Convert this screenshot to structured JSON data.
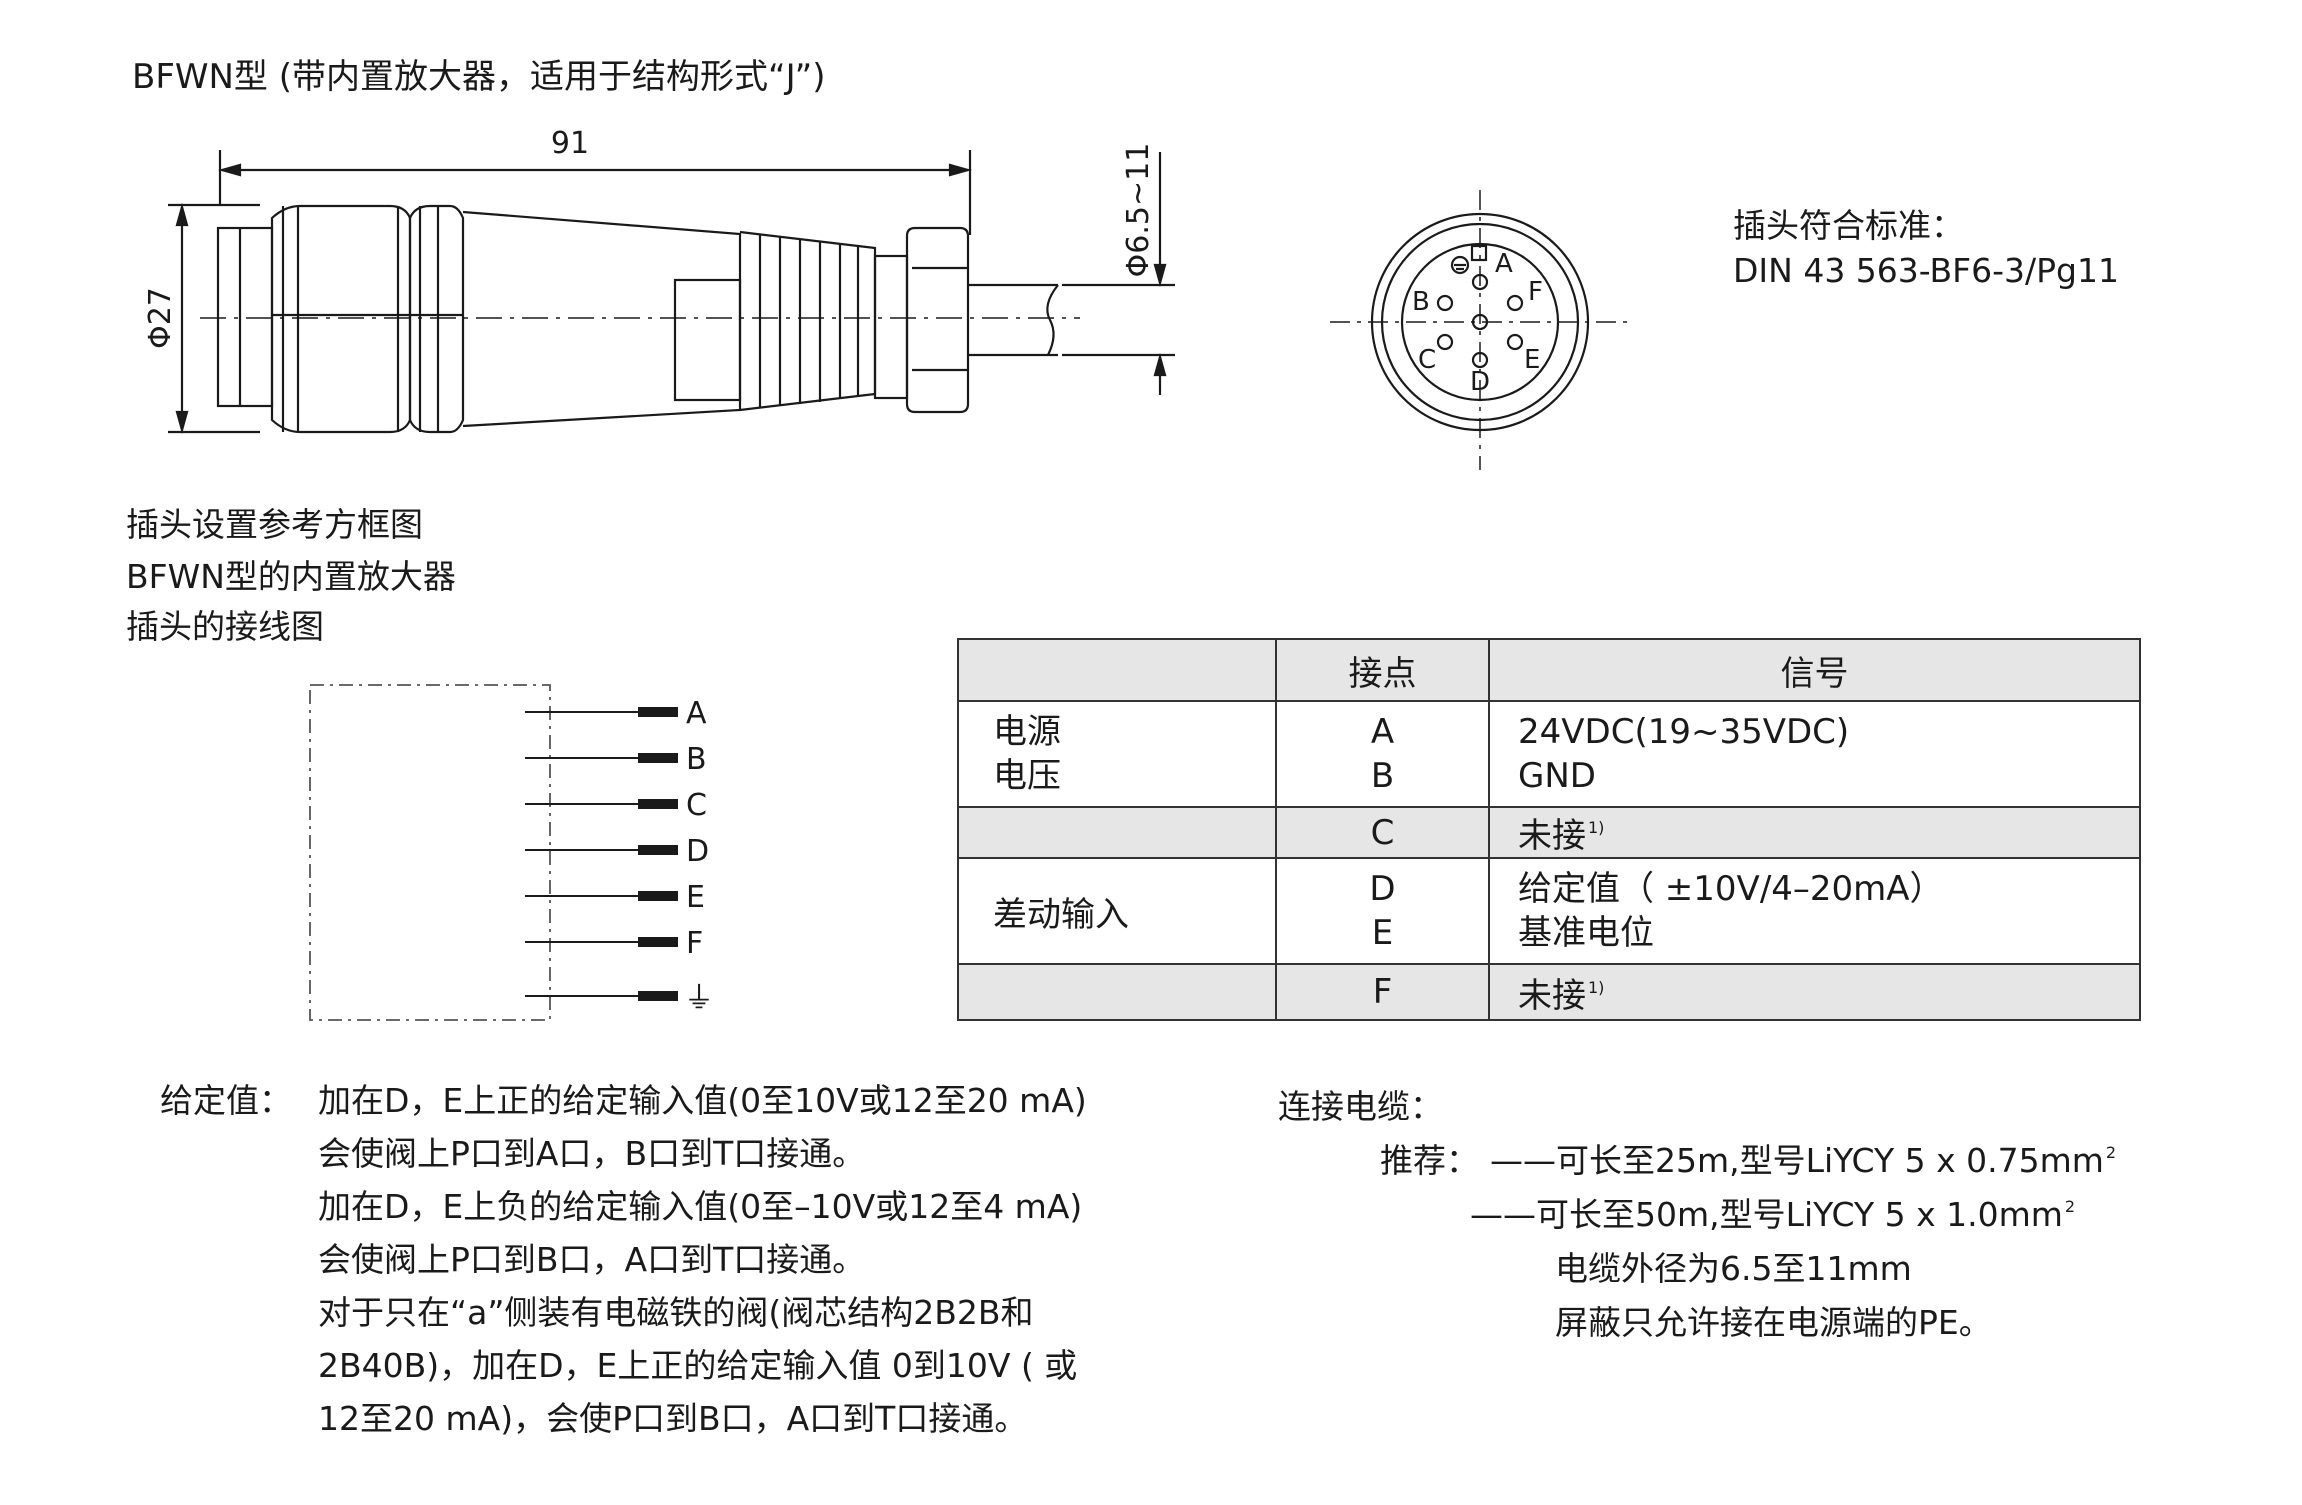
{
  "header": {
    "title": "BFWN型 (带内置放大器，适用于结构形式“J”)"
  },
  "drawing": {
    "length_dim": "91",
    "diameter_dim": "Φ27",
    "cable_dim": "Φ6.5~11"
  },
  "standard": {
    "label": "插头符合标准：",
    "value": "DIN 43 563-BF6-3/Pg11"
  },
  "pin_view": {
    "pins": [
      "A",
      "B",
      "C",
      "D",
      "E",
      "F"
    ]
  },
  "wiring": {
    "title_lines": [
      "插头设置参考方框图",
      "BFWN型的内置放大器",
      "插头的接线图"
    ],
    "terminals": [
      "A",
      "B",
      "C",
      "D",
      "E",
      "F",
      "⏚"
    ]
  },
  "table": {
    "headers": [
      "",
      "接点",
      "信号"
    ],
    "rows": [
      {
        "group": [
          "电源",
          "电压"
        ],
        "contacts": [
          "A",
          "B"
        ],
        "signals": [
          "24VDC(19~35VDC)",
          "GND"
        ],
        "shaded": false
      },
      {
        "group": [],
        "contacts": [
          "C"
        ],
        "signals": [
          "未接"
        ],
        "note": "1)",
        "shaded": true
      },
      {
        "group": [
          "差动输入"
        ],
        "contacts": [
          "D",
          "E"
        ],
        "signals": [
          "给定值（ ±10V/4–20mA）",
          "基准电位"
        ],
        "shaded": false
      },
      {
        "group": [],
        "contacts": [
          "F"
        ],
        "signals": [
          "未接"
        ],
        "note": "1)",
        "shaded": true
      }
    ]
  },
  "setpoint": {
    "label": "给定值：",
    "lines": [
      "加在D，E上正的给定输入值(0至10V或12至20 mA)",
      "会使阀上P口到A口，B口到T口接通。",
      "加在D，E上负的给定输入值(0至–10V或12至4 mA)",
      "会使阀上P口到B口，A口到T口接通。",
      "对于只在“a”侧装有电磁铁的阀(阀芯结构2B2B和",
      "2B40B)，加在D，E上正的给定输入值 0到10V ( 或",
      "12至20 mA)，会使P口到B口，A口到T口接通。"
    ]
  },
  "cable": {
    "title": "连接电缆：",
    "recommend_label": "推荐：",
    "option1": "——可长至25m,型号LiYCY 5 x 0.75mm",
    "option2": "——可长至50m,型号LiYCY 5 x 1.0mm",
    "sq": "2",
    "diameter": "电缆外径为6.5至11mm",
    "shield": "屏蔽只允许接在电源端的PE。"
  }
}
